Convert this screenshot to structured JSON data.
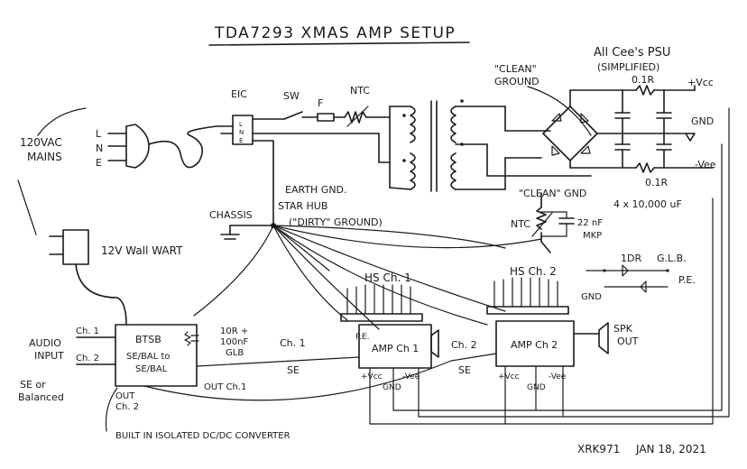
{
  "title": "TDA7293 XMAS AMP SETUP",
  "psu_title": "All Cee's PSU",
  "psu_subtitle": "(SIMPLIFIED)",
  "clean_ground_top_1": "\"CLEAN\"",
  "clean_ground_top_2": "GROUND",
  "clean_gnd_bottom": "\"CLEAN\" GND",
  "mains_1": "120VAC",
  "mains_2": "MAINS",
  "pin_l": "L",
  "pin_n": "N",
  "pin_e": "E",
  "iec": "EIC",
  "iec_l": "L",
  "iec_n": "N",
  "iec_e": "E",
  "switch": "SW",
  "fuse": "F",
  "ntc_top": "NTC",
  "ntc_bottom": "NTC",
  "resistor_top": "0.1R",
  "resistor_bottom": "0.1R",
  "pos_vcc": "+Vcc",
  "gnd": "GND",
  "neg_vee": "-Vee",
  "caps": "4 x 10,000 uF",
  "cap_small_1": "22 nF",
  "cap_small_2": "MKP",
  "earth_gnd": "EARTH GND.",
  "star_hub": "STAR HUB",
  "dirty_ground": "(\"DIRTY\" GROUND)",
  "chassis": "CHASSIS",
  "wallwart": "12V Wall WART",
  "btsb_1": "BTSB",
  "btsb_2": "SE/BAL to",
  "btsb_3": "SE/BAL",
  "btsb_out1": "OUT Ch.1",
  "btsb_out2_1": "OUT",
  "btsb_out2_2": "Ch. 2",
  "btsb_res_1": "10R +",
  "btsb_res_2": "100nF",
  "btsb_res_3": "GLB",
  "audio_1": "AUDIO",
  "audio_2": "INPUT",
  "in_ch1": "Ch. 1",
  "in_ch2": "Ch. 2",
  "se_bal_1": "SE or",
  "se_bal_2": "Balanced",
  "converter": "BUILT IN ISOLATED DC/DC CONVERTER",
  "hs1": "HS Ch. 1",
  "hs2": "HS Ch. 2",
  "amp1": "AMP Ch 1",
  "amp2": "AMP Ch 2",
  "pe": "P.E.",
  "pe_right": "P.E.",
  "ch1_wire": "Ch. 1",
  "se1": "SE",
  "ch2_wire": "Ch. 2",
  "se2": "SE",
  "vcc_amp": "+Vcc",
  "vee_amp": "-Vee",
  "gnd_amp": "GND",
  "spk_1": "SPK",
  "spk_2": "OUT",
  "ldr": "1DR",
  "glb": "G.L.B.",
  "gnd_small": "GND",
  "signature": "XRK971",
  "date": "JAN 18, 2021"
}
